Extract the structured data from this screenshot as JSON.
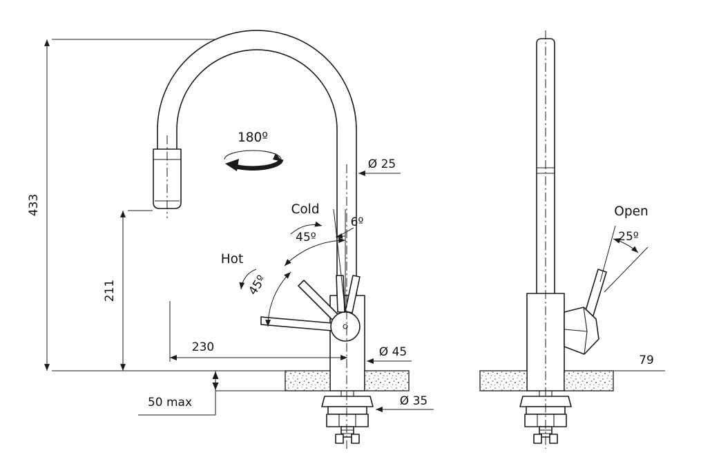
{
  "front_view": {
    "swivel_angle": "180º",
    "spout_diameter": "Ø 25",
    "cold_label": "Cold",
    "cold_swing": "45º",
    "spout_tilt": "6º",
    "hot_label": "Hot",
    "hot_swing": "45º",
    "overall_height": "433",
    "outlet_height": "211",
    "spout_reach": "230",
    "deck_thickness_max": "50 max",
    "body_diameter": "Ø 45",
    "hole_diameter": "Ø 35"
  },
  "side_view": {
    "open_label": "Open",
    "open_angle": "25º",
    "handle_offset": "79"
  },
  "colors": {
    "line": "#1a1a1a",
    "background": "#ffffff"
  }
}
